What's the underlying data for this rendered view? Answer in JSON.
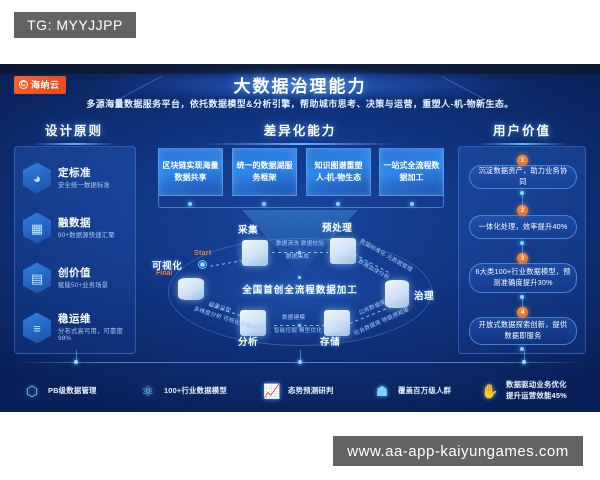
{
  "watermarks": {
    "top": "TG: MYYJJPP",
    "bottom": "www.aa-app-kaiyungames.com"
  },
  "brand": {
    "mark": "C",
    "name": "海纳云",
    "color": "#e8481d"
  },
  "banner": {
    "title": "大数据治理能力",
    "subtitle": "多源海量数据服务平台，依托数据模型&分析引擎，帮助城市思考、决策与运营，重塑人-机-物新生态。"
  },
  "columns": {
    "left_title": "设计原则",
    "center_title": "差异化能力",
    "right_title": "用户价值"
  },
  "design_principles": [
    {
      "icon": "chart-pie-icon",
      "title": "定标准",
      "desc": "安全统一数据标准"
    },
    {
      "icon": "database-grid-icon",
      "title": "融数据",
      "desc": "80+数据源快速汇聚"
    },
    {
      "icon": "monitor-icon",
      "title": "创价值",
      "desc": "赋能50+业务场景"
    },
    {
      "icon": "server-stack-icon",
      "title": "稳运维",
      "desc": "分布式高可用，可靠度98%"
    }
  ],
  "capability_cards": [
    "区块链实现海量数据共享",
    "统一的数据湖服务框架",
    "知识图谱重塑人-机-物生态",
    "一站式全流程数据加工"
  ],
  "flow": {
    "caption": "全国首创全流程数据加工",
    "start_label": "Start",
    "final_label": "Final",
    "nodes": [
      {
        "label": "采集",
        "icon": "collect-box-icon"
      },
      {
        "label": "预处理",
        "icon": "preprocess-cube-icon"
      },
      {
        "label": "治理",
        "icon": "govern-cylinder-icon"
      },
      {
        "label": "存储",
        "icon": "storage-cube-icon"
      },
      {
        "label": "分析",
        "icon": "analyze-layers-icon"
      },
      {
        "label": "可视化",
        "icon": "visualize-dome-icon"
      }
    ],
    "edges": [
      {
        "from": "采集",
        "to": "预处理",
        "labels": [
          "数据清洗 数据校验",
          "数据集成"
        ]
      },
      {
        "from": "预处理",
        "to": "治理",
        "labels": [
          "数据标准化 元数据管理",
          "数据血缘分析"
        ]
      },
      {
        "from": "治理",
        "to": "存储",
        "labels": [
          "公共数据库",
          "社会数据库 物联感知库"
        ]
      },
      {
        "from": "存储",
        "to": "分析",
        "labels": [
          "数据建模",
          "智能挖掘 模型优化"
        ]
      },
      {
        "from": "分析",
        "to": "可视化",
        "labels": [
          "结果呈现",
          "多维度分析 可视化决策支持"
        ]
      }
    ]
  },
  "user_values": [
    {
      "num": "1",
      "text": "沉淀数据资产，助力业务协同"
    },
    {
      "num": "2",
      "text": "一体化处理，效率提升40%"
    },
    {
      "num": "3",
      "text": "6大类100+行业数据模型，预测准确度提升30%"
    },
    {
      "num": "4",
      "text": "开放式数据探索创新，提供数据即服务"
    }
  ],
  "metrics": [
    {
      "icon": "hex-cube-icon",
      "text": "PB级数据管理"
    },
    {
      "icon": "molecule-icon",
      "text": "100+行业数据模型"
    },
    {
      "icon": "trend-chart-icon",
      "text": "态势预测研判"
    },
    {
      "icon": "user-icon",
      "text": "覆盖百万级人群"
    },
    {
      "icon": "hand-coin-icon",
      "text": "数据驱动业务优化\n提升运营效能45%"
    }
  ]
}
